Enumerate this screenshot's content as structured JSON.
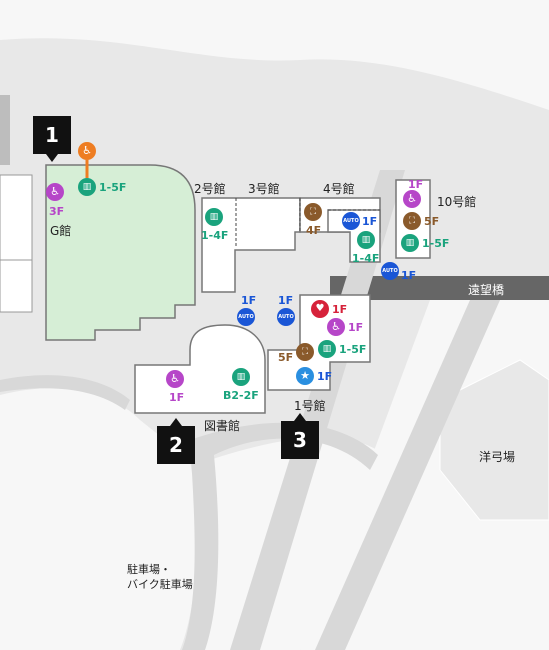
{
  "buildings": {
    "g_kan": "G館",
    "kan2": "2号館",
    "kan3": "3号館",
    "kan4": "4号館",
    "kan10": "10号館",
    "library": "図書館",
    "kan1": "1号館"
  },
  "places": {
    "bridge": "遠望橋",
    "archery": "洋弓場",
    "parking": "駐車場・\nバイク駐車場"
  },
  "markers": {
    "m1": "1",
    "m2": "2",
    "m3": "3"
  },
  "floors": {
    "g_elev": "1-5F",
    "g_wc": "3F",
    "k2_elev": "1-4F",
    "k4_stair": "4F",
    "k4_auto": "1F",
    "k4_elev": "1-4F",
    "k10_top": "1F",
    "k10_stair": "5F",
    "k10_elev": "1-5F",
    "k10_auto": "1F",
    "lib_auto": "1F",
    "lib_wc": "1F",
    "lib_elev": "B2-2F",
    "k1_auto": "1F",
    "k1_aed": "1F",
    "k1_wc": "1F",
    "k1_stair": "5F",
    "k1_elev": "1-5F",
    "k1_star": "1F"
  },
  "icons": {
    "wheelchair": "wheelchair-icon",
    "elevator": "elevator-icon",
    "stairlift": "stair-lift-icon",
    "auto_door": "automatic-door-icon",
    "aed": "aed-heart-icon",
    "star": "star-icon",
    "slope": "slope-icon"
  },
  "auto_text": "AUTO"
}
